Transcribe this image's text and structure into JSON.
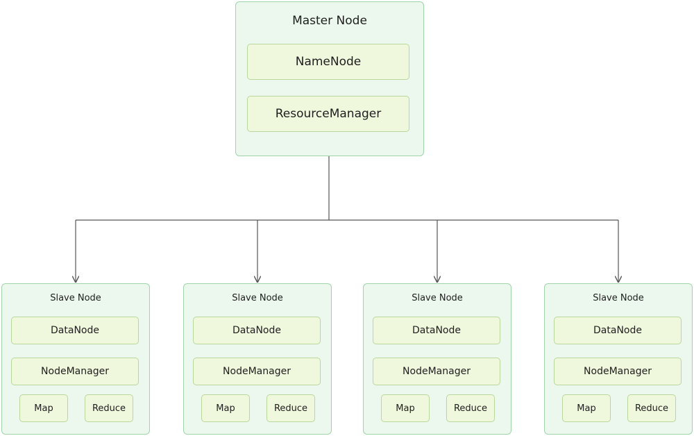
{
  "master": {
    "title": "Master Node",
    "components": [
      "NameNode",
      "ResourceManager"
    ]
  },
  "slaves": [
    {
      "title": "Slave Node",
      "components": [
        "DataNode",
        "NodeManager"
      ],
      "tasks": [
        "Map",
        "Reduce"
      ]
    },
    {
      "title": "Slave Node",
      "components": [
        "DataNode",
        "NodeManager"
      ],
      "tasks": [
        "Map",
        "Reduce"
      ]
    },
    {
      "title": "Slave Node",
      "components": [
        "DataNode",
        "NodeManager"
      ],
      "tasks": [
        "Map",
        "Reduce"
      ]
    },
    {
      "title": "Slave Node",
      "components": [
        "DataNode",
        "NodeManager"
      ],
      "tasks": [
        "Map",
        "Reduce"
      ]
    }
  ],
  "colors": {
    "node_fill": "#ecf8ee",
    "node_stroke": "#9fd3a8",
    "component_fill": "#eff7dd",
    "component_stroke": "#b9d79b",
    "connector": "#555555"
  }
}
